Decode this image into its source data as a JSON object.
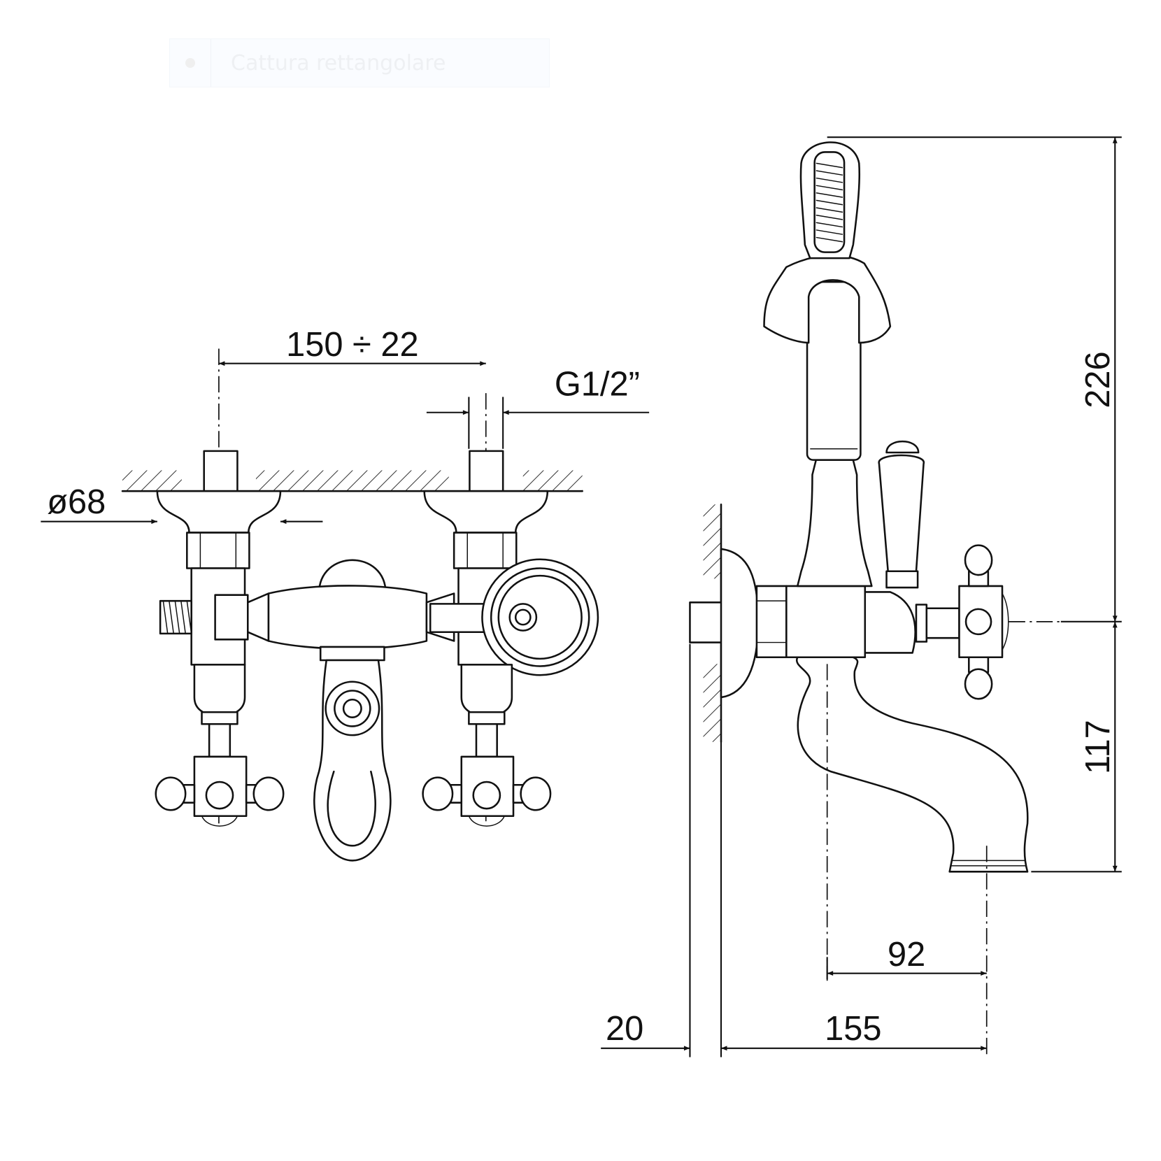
{
  "overlay": {
    "label": "Cattura rettangolare",
    "icon": "record-dot-icon"
  },
  "front_view": {
    "dim_centers": "150 ÷ 22",
    "dim_thread": "G1/2”",
    "dim_escutcheon": "ø68"
  },
  "side_view": {
    "dim_total_height": "226",
    "dim_spout_height": "117",
    "dim_spout_offset": "92",
    "dim_projection": "155",
    "dim_wall": "20"
  },
  "colors": {
    "line": "#111111",
    "background": "#ffffff"
  }
}
